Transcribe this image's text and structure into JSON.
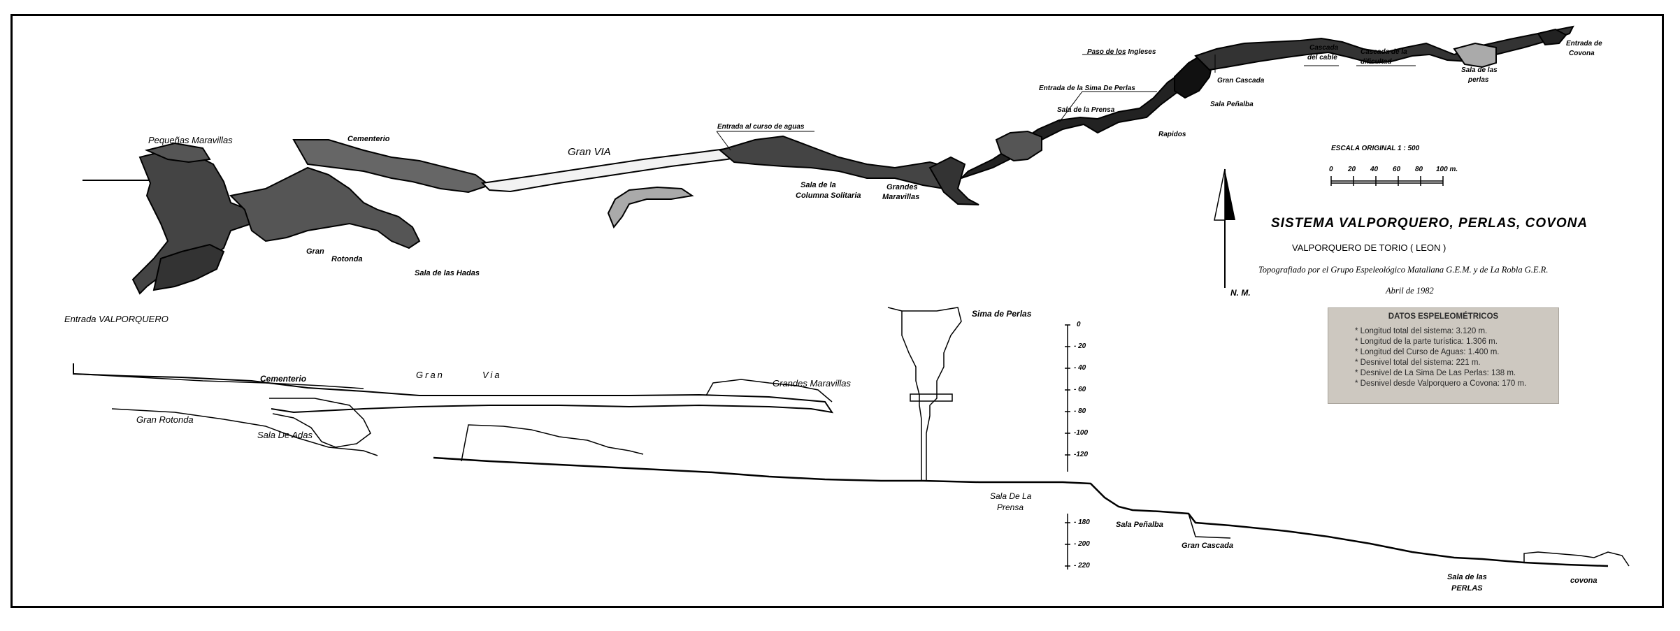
{
  "title": "SISTEMA  VALPORQUERO, PERLAS, COVONA",
  "subtitle": "VALPORQUERO DE TORIO ( LEON )",
  "credit": "Topografiado por el Grupo Espeleológico Matallana G.E.M. y de La Robla G.E.R.",
  "date": "Abril de 1982",
  "north_label": "N. M.",
  "scale": {
    "heading": "ESCALA  ORIGINAL    1 : 500",
    "ticks": [
      "0",
      "20",
      "40",
      "60",
      "80",
      "100 m."
    ]
  },
  "plan_labels": {
    "pequenas_maravillas": "Pequeñas  Maravillas",
    "cementerio": "Cementerio",
    "gran_via": "Gran VIA",
    "entrada_curso": "Entrada al curso de aguas",
    "sala_columna_a": "Sala    de    la",
    "sala_columna_b": "Columna Solitaria",
    "grandes_maravillas_a": "Grandes",
    "grandes_maravillas_b": "Maravillas",
    "gran_rotonda_a": "Gran",
    "gran_rotonda_b": "Rotonda",
    "sala_hadas": "Sala de las Hadas",
    "entrada_valporquero": "Entrada VALPORQUERO",
    "paso_ingleses": "Paso de los Ingleses",
    "entrada_sima": "Entrada de la Sima De Perlas",
    "sala_prensa": "Sala de la Prensa",
    "gran_cascada": "Gran Cascada",
    "sala_penalba": "Sala Peñalba",
    "rapidos": "Rapidos",
    "cascada_cable_a": "Cascada",
    "cascada_cable_b": "del cable",
    "cascada_dificultad_a": "Cascada de la",
    "cascada_dificultad_b": "dificultad",
    "sala_perlas_a": "Sala de las",
    "sala_perlas_b": "perlas",
    "entrada_covona_a": "Entrada de",
    "entrada_covona_b": "Covona"
  },
  "profile_labels": {
    "sima_perlas": "Sima de Perlas",
    "cementerio": "Cementerio",
    "gran": "Gran",
    "via": "Via",
    "grandes_maravillas": "Grandes  Maravillas",
    "gran_rotonda": "Gran  Rotonda",
    "sala_adas": "Sala De Adas",
    "sala_la_prensa_a": "Sala De La",
    "sala_la_prensa_b": "Prensa",
    "sala_penalba": "Sala Peñalba",
    "gran_cascada": "Gran Cascada",
    "sala_perlas_a": "Sala de las",
    "sala_perlas_b": "PERLAS",
    "covona": "covona"
  },
  "depth_ticks_upper": [
    "0",
    "- 20",
    "- 40",
    "- 60",
    "- 80",
    "-100",
    "-120"
  ],
  "depth_ticks_lower": [
    "- 180",
    "- 200",
    "- 220"
  ],
  "datos": {
    "heading": "DATOS ESPELEOMÉTRICOS",
    "rows": [
      "* Longitud total del sistema: 3.120 m.",
      "* Longitud de la parte turística: 1.306 m.",
      "* Longitud del Curso de Aguas: 1.400 m.",
      "* Desnivel total del sistema: 221 m.",
      "* Desnivel de La Sima De Las Perlas: 138 m.",
      "* Desnivel desde Valporquero a Covona: 170 m."
    ]
  }
}
